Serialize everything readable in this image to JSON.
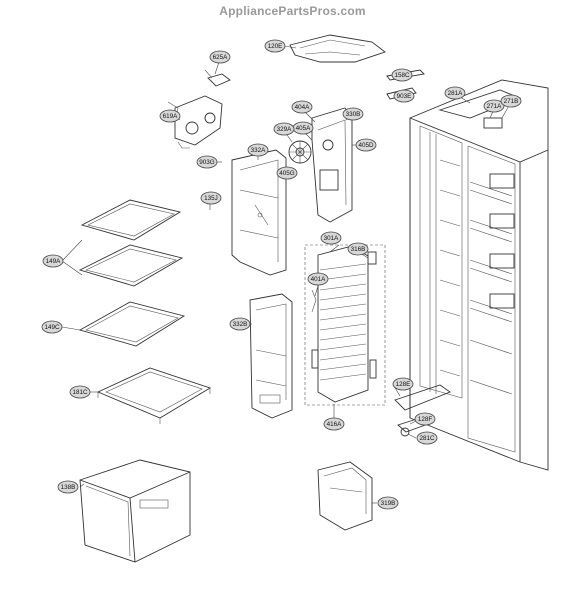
{
  "watermark": "AppliancePartsPros.com",
  "callouts": [
    {
      "id": "625A"
    },
    {
      "id": "120E"
    },
    {
      "id": "158C"
    },
    {
      "id": "903E"
    },
    {
      "id": "281A"
    },
    {
      "id": "271A"
    },
    {
      "id": "271B"
    },
    {
      "id": "619A"
    },
    {
      "id": "404A"
    },
    {
      "id": "330B"
    },
    {
      "id": "405A"
    },
    {
      "id": "329A"
    },
    {
      "id": "405D"
    },
    {
      "id": "332A"
    },
    {
      "id": "903G"
    },
    {
      "id": "405G"
    },
    {
      "id": "135J"
    },
    {
      "id": "149A"
    },
    {
      "id": "301A"
    },
    {
      "id": "316B"
    },
    {
      "id": "401A"
    },
    {
      "id": "149C"
    },
    {
      "id": "332B"
    },
    {
      "id": "181C"
    },
    {
      "id": "128E"
    },
    {
      "id": "128F"
    },
    {
      "id": "416A"
    },
    {
      "id": "281C"
    },
    {
      "id": "138B"
    },
    {
      "id": "319B"
    }
  ]
}
